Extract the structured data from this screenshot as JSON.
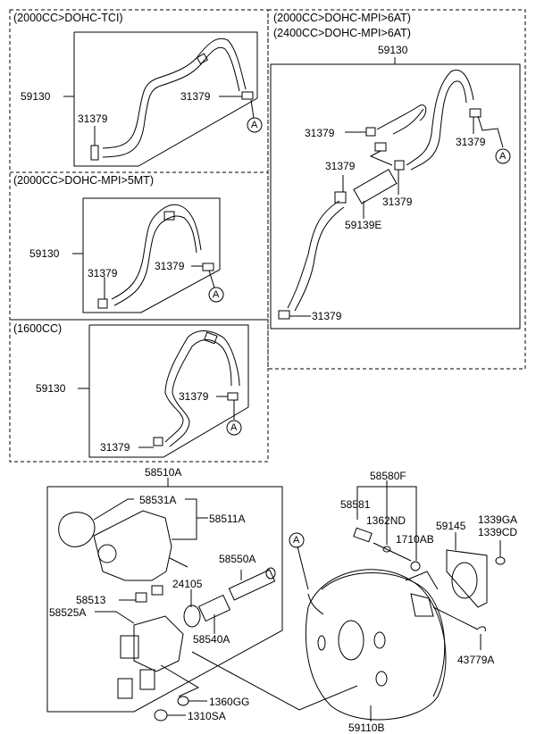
{
  "sections": {
    "tci": {
      "header": "(2000CC>DOHC-TCI)",
      "hose": "59130",
      "clamp_a": "31379",
      "clamp_b": "31379",
      "ref": "A"
    },
    "mpi5mt": {
      "header": "(2000CC>DOHC-MPI>5MT)",
      "hose": "59130",
      "clamp_a": "31379",
      "clamp_b": "31379",
      "ref": "A"
    },
    "cc1600": {
      "header": "(1600CC)",
      "hose": "59130",
      "clamp_a": "31379",
      "clamp_b": "31379",
      "ref": "A"
    },
    "mpi6at": {
      "header_1": "(2000CC>DOHC-MPI>6AT)",
      "header_2": "(2400CC>DOHC-MPI>6AT)",
      "hose": "59130",
      "clamp_1": "31379",
      "clamp_2": "31379",
      "clamp_3": "31379",
      "clamp_4": "31379",
      "clamp_5": "31379",
      "valve": "59139E",
      "ref": "A"
    }
  },
  "master_cylinder": {
    "assembly": "58510A",
    "cap": "58531A",
    "reservoir": "58511A",
    "grommet": "58513",
    "pin": "58525A",
    "oring": "24105",
    "kit": "58550A",
    "spring": "58540A",
    "washer": "1360GG",
    "nut": "1310SA"
  },
  "booster": {
    "assembly": "59110B",
    "clevis_kit": "58580F",
    "clevis_pin": "58581",
    "clip": "1362ND",
    "washer": "1710AB",
    "gasket": "59145",
    "nut_1": "1339GA",
    "nut_2": "1339CD",
    "snap_pin": "43779A",
    "ref": "A"
  }
}
